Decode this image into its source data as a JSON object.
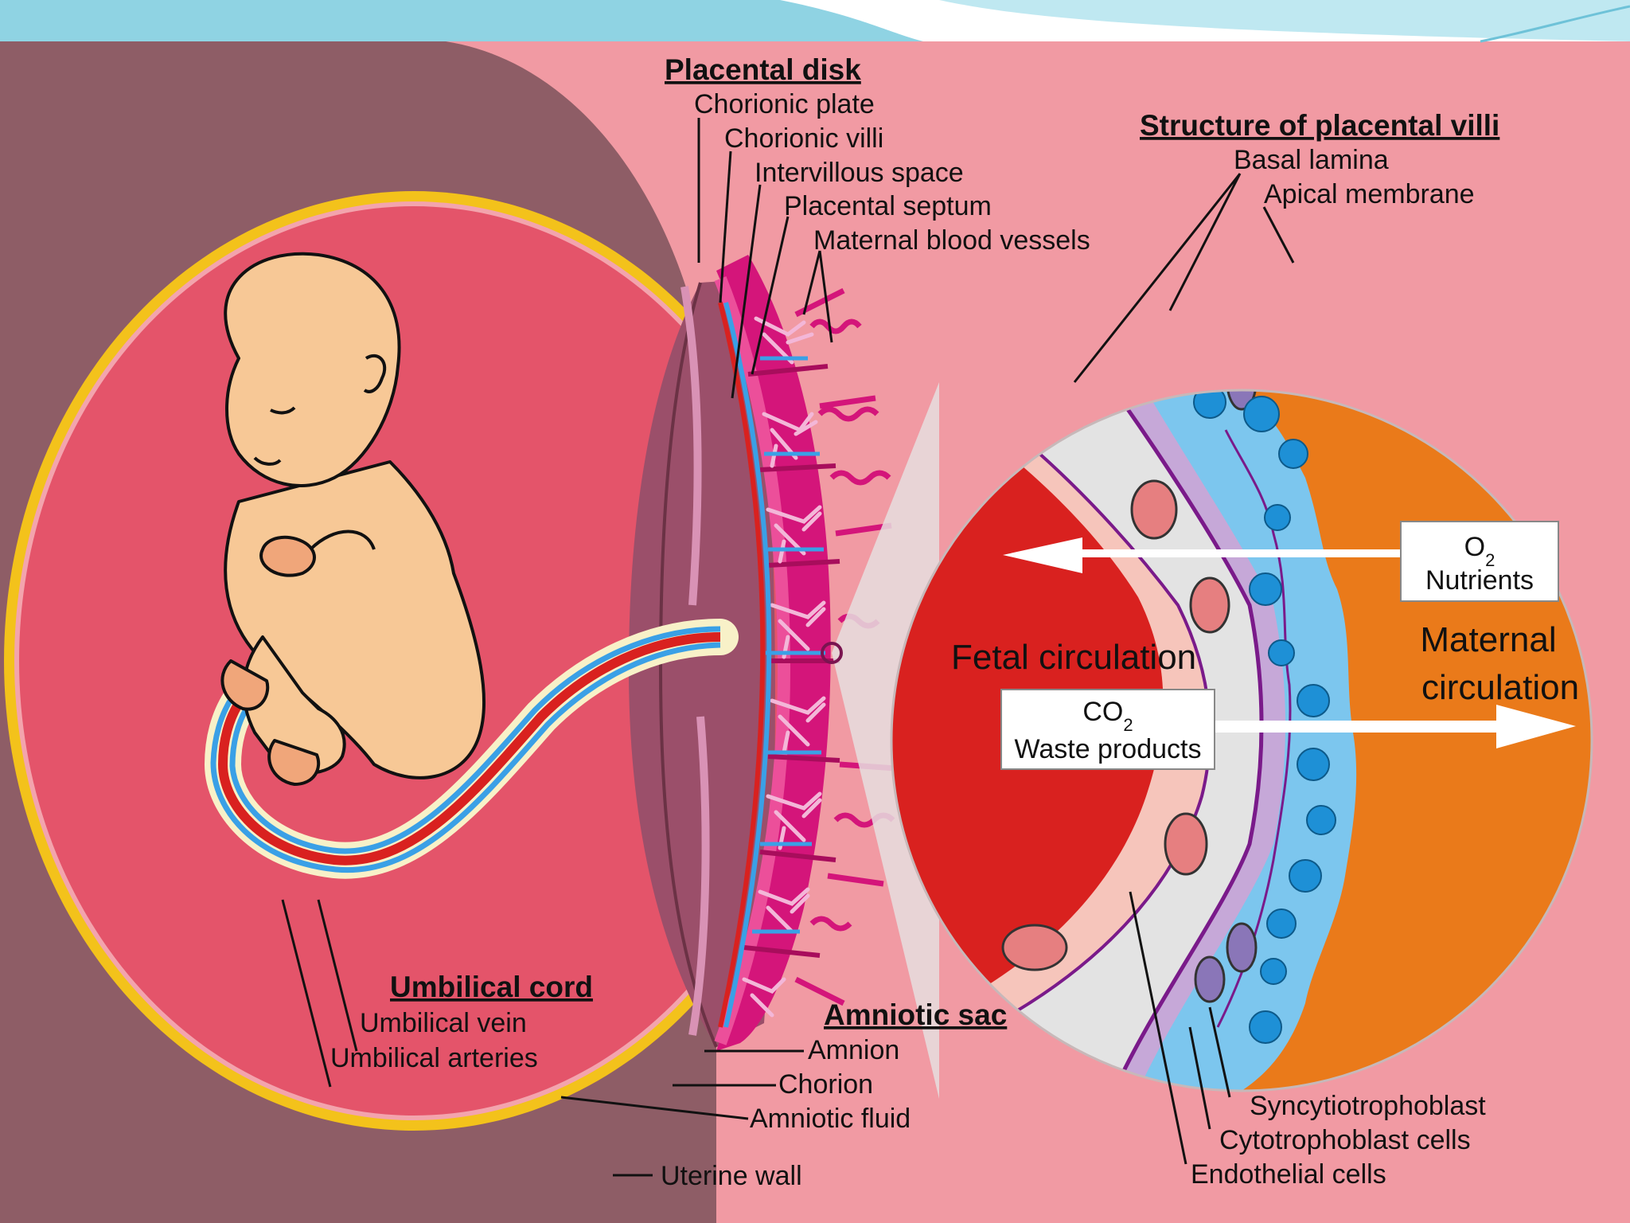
{
  "headings": {
    "placental_disk": "Placental disk",
    "villi_structure": "Structure of placental villi",
    "umbilical_cord": "Umbilical cord",
    "amniotic_sac": "Amniotic sac"
  },
  "placental_disk_labels": [
    "Chorionic plate",
    "Chorionic villi",
    "Intervillous space",
    "Placental septum",
    "Maternal blood vessels"
  ],
  "villi_labels": {
    "basal_lamina": "Basal lamina",
    "apical_membrane": "Apical membrane",
    "syncytiotrophoblast": "Syncytiotrophoblast",
    "cytotrophoblast": "Cytotrophoblast cells",
    "endothelial": "Endothelial cells"
  },
  "umbilical_labels": {
    "vein": "Umbilical vein",
    "arteries": "Umbilical arteries"
  },
  "amniotic_labels": {
    "amnion": "Amnion",
    "chorion": "Chorion",
    "fluid": "Amniotic fluid",
    "uterine_wall": "Uterine wall"
  },
  "circulation": {
    "fetal": "Fetal circulation",
    "maternal_line1": "Maternal",
    "maternal_line2": "circulation"
  },
  "exchange": {
    "in_line1": "O",
    "in_sub": "2",
    "in_line2": "Nutrients",
    "out_line1": "CO",
    "out_sub": "2",
    "out_line2": "Waste products"
  },
  "colors": {
    "background": "#f19aa3",
    "uterine_wall": "#8e5d66",
    "amniotic_fluid": "#e4546a",
    "chorion_ring": "#f3c21b",
    "placenta": "#d4157a",
    "villi": "#f0a8d0",
    "fetal_blood": "#d9211f",
    "maternal_blood": "#ea7a1a",
    "vein": "#3aa0e6",
    "fetus_skin": "#f7c896"
  }
}
